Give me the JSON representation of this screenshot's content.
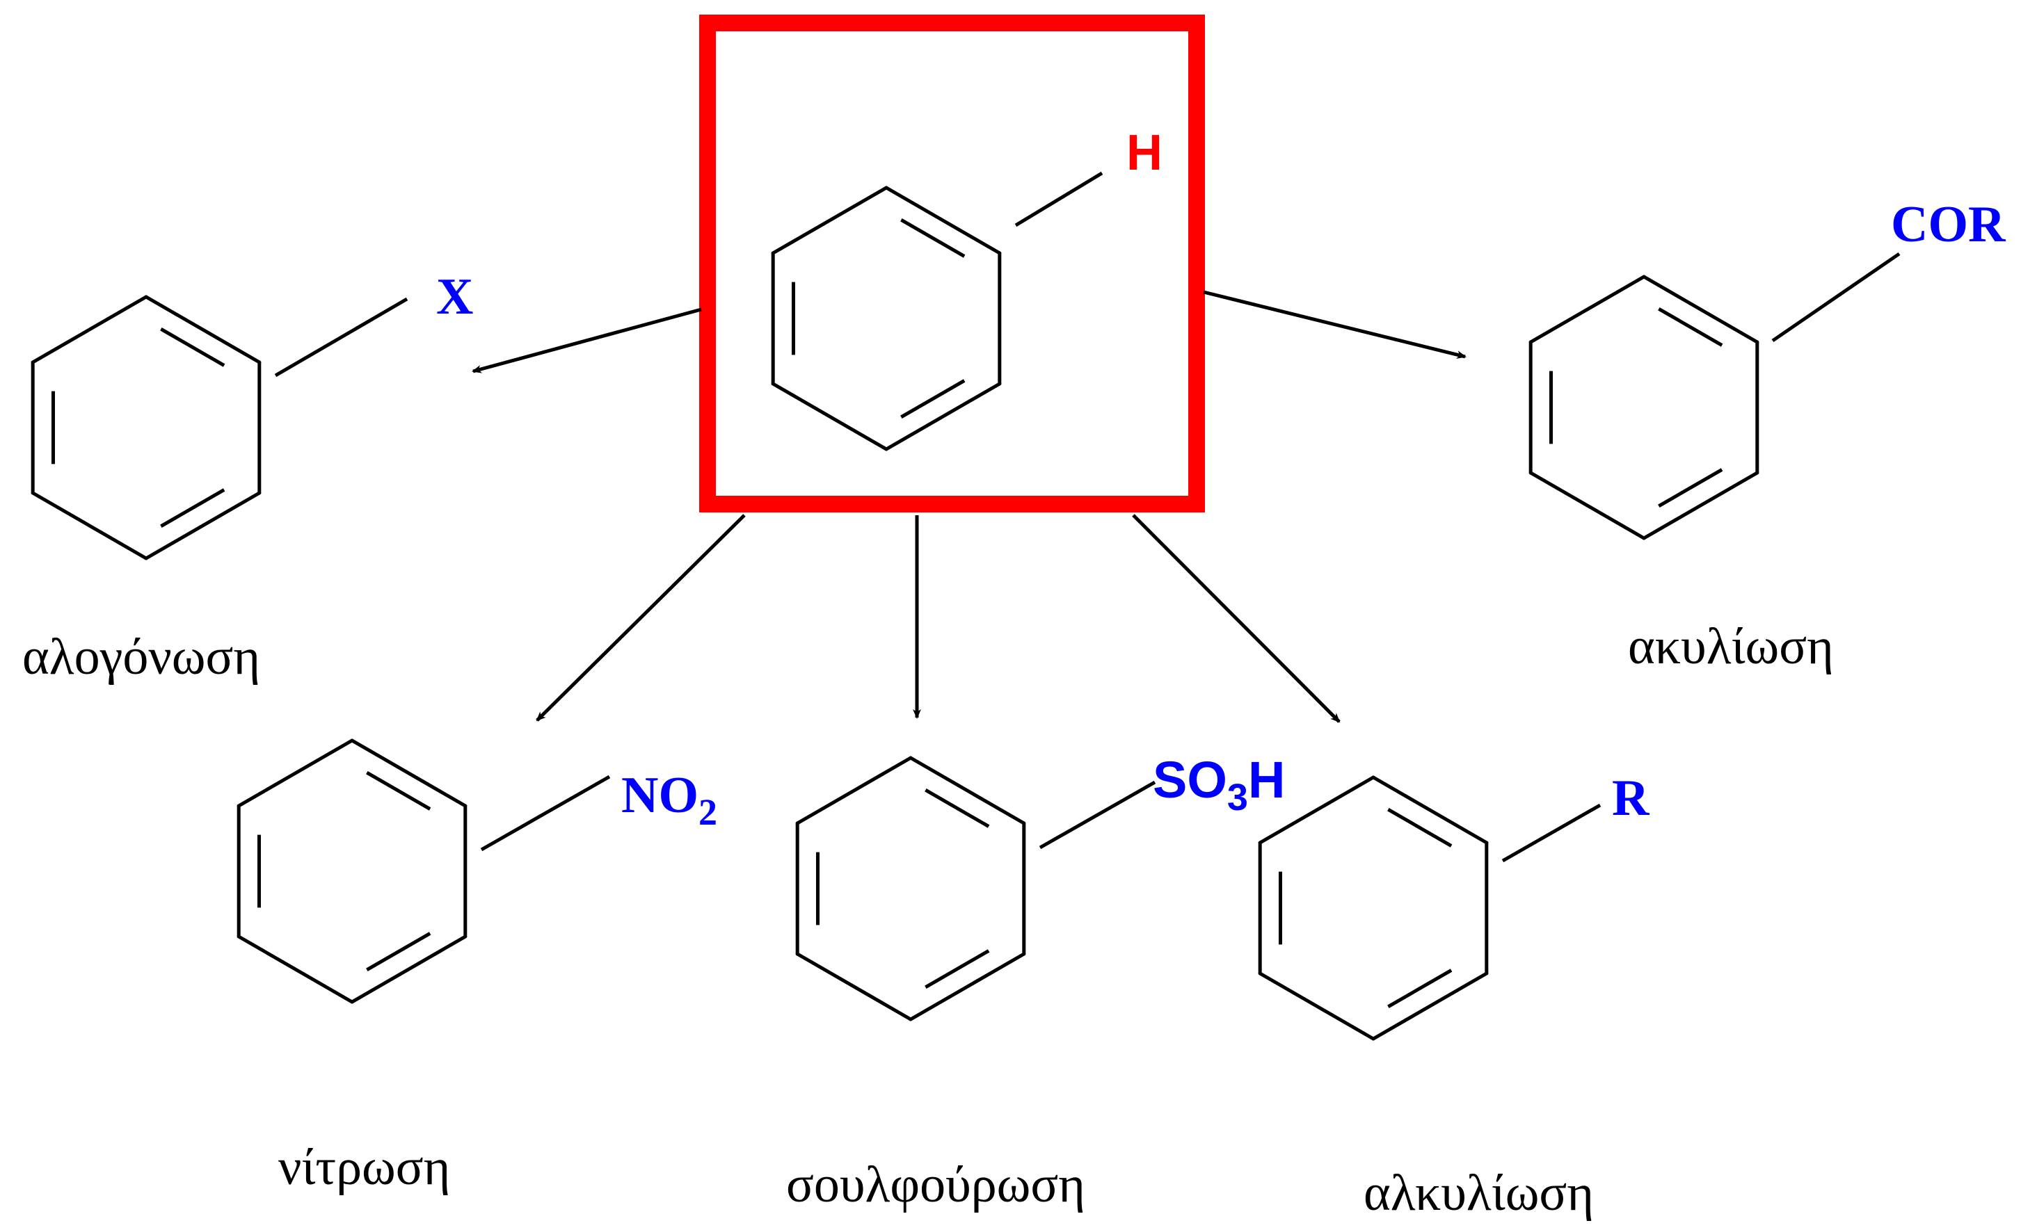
{
  "colors": {
    "bond": "#000000",
    "arrow": "#000000",
    "highlight_box": "#ff0000",
    "hydrogen": "#ff0000",
    "substituent": "#0000ff",
    "label": "#000000"
  },
  "center": {
    "substituent": "H"
  },
  "products": {
    "halogenation": {
      "substituent": "X",
      "label": "αλογόνωση"
    },
    "acylation": {
      "substituent": "COR",
      "label": "ακυλίωση"
    },
    "nitration": {
      "substituent_main": "NO",
      "substituent_sub": "2",
      "label": "νίτρωση"
    },
    "sulfonation": {
      "substituent_pre": "SO",
      "substituent_sub": "3",
      "substituent_post": "H",
      "label": "σουλφούρωση"
    },
    "alkylation": {
      "substituent": "R",
      "label": "αλκυλίωση"
    }
  }
}
